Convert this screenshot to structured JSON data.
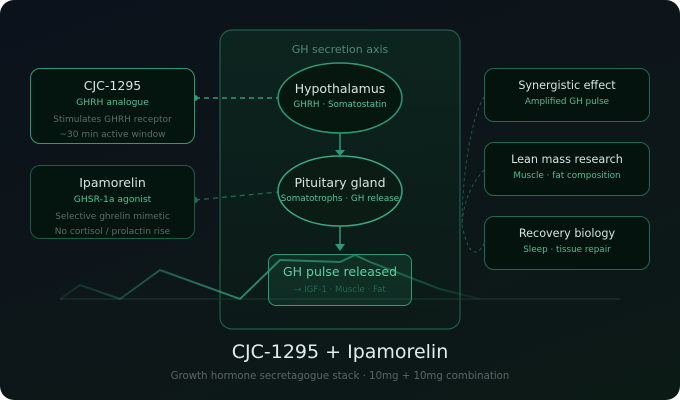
{
  "title": "CJC-1295 + Ipamorelin",
  "subtitle": "Growth hormone secretagogue stack · 10mg + 10mg combination",
  "axis": {
    "label": "GH secretion axis",
    "nodes": [
      {
        "title": "Hypothalamus",
        "subtitle": "GHRH · Somatostatin"
      },
      {
        "title": "Pituitary gland",
        "subtitle": "Somatotrophs · GH release"
      }
    ],
    "output": {
      "title": "GH pulse released",
      "subtitle": "→ IGF-1 · Muscle · Fat"
    }
  },
  "left_cards": [
    {
      "title": "CJC-1295",
      "role": "GHRH analogue",
      "details": [
        "Stimulates GHRH receptor",
        "~30 min active window"
      ]
    },
    {
      "title": "Ipamorelin",
      "role": "GHSR-1a agonist",
      "details": [
        "Selective ghrelin mimetic",
        "No cortisol / prolactin rise"
      ]
    }
  ],
  "right_cards": [
    {
      "title": "Synergistic effect",
      "subtitle": "Amplified GH pulse"
    },
    {
      "title": "Lean mass research",
      "subtitle": "Muscle · fat composition"
    },
    {
      "title": "Recovery biology",
      "subtitle": "Sleep · tissue repair"
    }
  ],
  "colors": {
    "accent": "#2e9a74",
    "accent_light": "#4cc395",
    "background": "#0c1419"
  }
}
